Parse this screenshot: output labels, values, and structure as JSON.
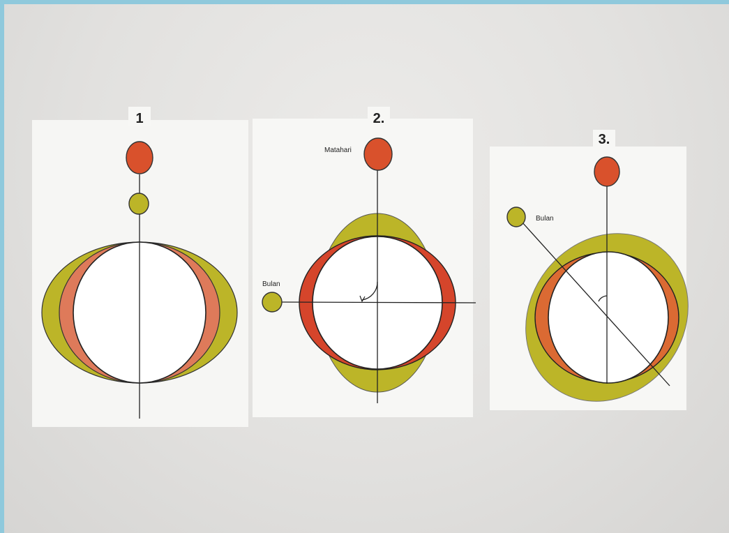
{
  "panels": [
    {
      "number": "1",
      "labels": []
    },
    {
      "number": "2.",
      "labels": [
        "Matahari",
        "Bulan"
      ]
    },
    {
      "number": "3.",
      "labels": [
        "Bulan"
      ]
    }
  ],
  "colors": {
    "sun": "#d9512c",
    "moon": "#bcb528",
    "inner_ring_1": "#de7a5a",
    "inner_ring_2": "#d5452b",
    "inner_ring_3": "#db6a33",
    "wall": "#e4e3e1",
    "paper": "#f7f7f5"
  }
}
